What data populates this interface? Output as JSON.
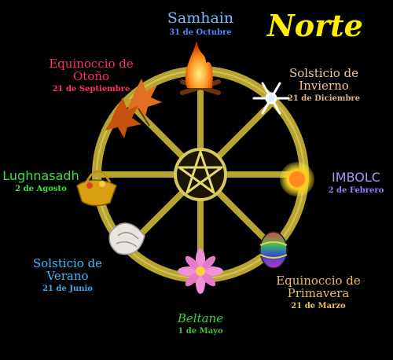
{
  "title": "Norte",
  "colors": {
    "wheel": "#b8a430",
    "title": "#ffee00"
  },
  "festivals": [
    {
      "name": "Samhain",
      "date": "31 de Octubre",
      "name_color": "#7ab8ff",
      "date_color": "#4a8cff",
      "icon": "bonfire-icon"
    },
    {
      "name": "Solsticio de Invierno",
      "date": "21 de Diciembre",
      "name_color": "#f0c89a",
      "date_color": "#d8b88a",
      "icon": "snowflake-icon"
    },
    {
      "name": "IMBOLC",
      "date": "2 de Febrero",
      "name_color": "#a898f0",
      "date_color": "#9a7cff",
      "icon": "sun-icon"
    },
    {
      "name": "Equinoccio de Primavera",
      "date": "21 de Marzo",
      "name_color": "#e8c060",
      "date_color": "#e8c060",
      "icon": "painted-egg-icon"
    },
    {
      "name": "Beltane",
      "date": "1 de Mayo",
      "name_color": "#40d040",
      "date_color": "#40c040",
      "icon": "flower-icon"
    },
    {
      "name": "Solsticio de Verano",
      "date": "21 de Junio",
      "name_color": "#40b8ff",
      "date_color": "#40a8f0",
      "icon": "seashell-icon"
    },
    {
      "name": "Lughnasadh",
      "date": "2 de Agosto",
      "name_color": "#40e040",
      "date_color": "#40e040",
      "icon": "harvest-basket-icon"
    },
    {
      "name": "Equinoccio de Otoño",
      "date": "21 de Septiembre",
      "name_color": "#ff3060",
      "date_color": "#ff3060",
      "icon": "autumn-leaves-icon"
    }
  ]
}
